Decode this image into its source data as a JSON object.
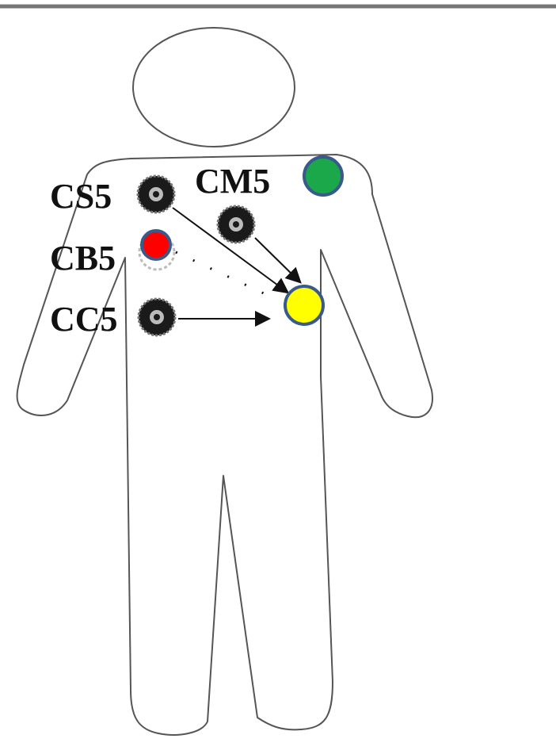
{
  "labels": {
    "cs5": "CS5",
    "cm5": "CM5",
    "cb5": "CB5",
    "cc5": "CC5"
  },
  "colors": {
    "outline": "#555555",
    "electrode": "#1a1a1a",
    "marker_red": "#ff0000",
    "marker_yellow": "#ffff00",
    "marker_green": "#1aa84a",
    "marker_border": "#3a5a8c",
    "arrow": "#111111"
  },
  "icons": {
    "electrode": "electrode-icon",
    "positive_marker": "red-dot-marker",
    "negative_marker": "yellow-dot-marker",
    "ground_marker": "green-dot-marker"
  }
}
